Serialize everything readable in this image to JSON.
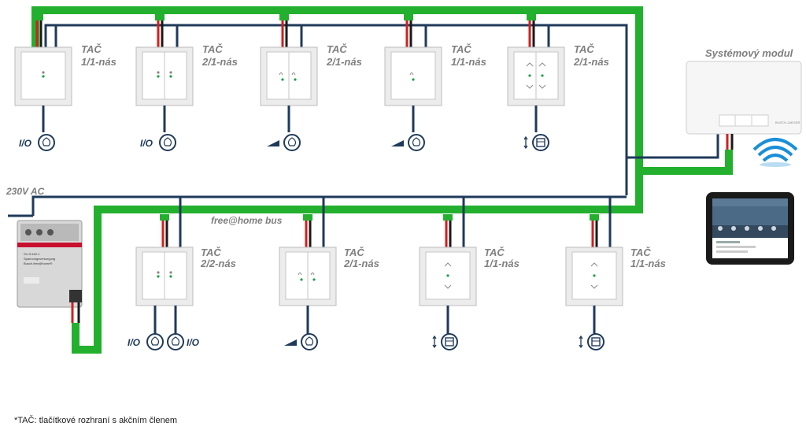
{
  "colors": {
    "bus_green": "#23b02e",
    "wire_navy": "#1f3a5a",
    "wire_red": "#d11f1f",
    "wifi_blue": "#1a8fd8",
    "label_grey": "#7f7f7f"
  },
  "top_row": [
    {
      "title": "TAČ",
      "subtitle": "1/1-nás",
      "rocker": "single-led",
      "load": "I/O",
      "load_icon": "bulb-icon"
    },
    {
      "title": "TAČ",
      "subtitle": "2/1-nás",
      "rocker": "double-led",
      "load": "I/O",
      "load_icon": "bulb-icon"
    },
    {
      "title": "TAČ",
      "subtitle": "2/1-nás",
      "rocker": "double-dimmer",
      "load": "",
      "load_icon": "dimmer-bulb-icon"
    },
    {
      "title": "TAČ",
      "subtitle": "1/1-nás",
      "rocker": "single-dimmer",
      "load": "",
      "load_icon": "dimmer-bulb-icon"
    },
    {
      "title": "TAČ",
      "subtitle": "2/1-nás",
      "rocker": "double-blind",
      "load": "",
      "load_icon": "blind-icon"
    }
  ],
  "bottom_row": [
    {
      "title": "TAČ",
      "subtitle": "2/2-nás",
      "rocker": "double-led",
      "loads": [
        "I/O",
        "I/O"
      ],
      "load_icon": "bulb-icon"
    },
    {
      "title": "TAČ",
      "subtitle": "2/1-nás",
      "rocker": "double-dimmer",
      "loads": [
        ""
      ],
      "load_icon": "dimmer-bulb-icon"
    },
    {
      "title": "TAČ",
      "subtitle": "1/1-nás",
      "rocker": "single-blind",
      "loads": [
        ""
      ],
      "load_icon": "blind-icon"
    },
    {
      "title": "TAČ",
      "subtitle": "1/1-nás",
      "rocker": "single-blind",
      "loads": [
        ""
      ],
      "load_icon": "blind-icon"
    }
  ],
  "system_module": {
    "title": "Systémový modul",
    "brand": "BUSCH-JAEGER"
  },
  "power": {
    "label": "230V AC"
  },
  "bus": {
    "label": "free@home bus"
  },
  "footnote": "*TAČ: tlačítkové rozhraní s akčním členem",
  "power_supply": {
    "line1": "SV-S 640.1",
    "line2": "Spannungsversorgung",
    "line3": "Busch-free@home®"
  }
}
